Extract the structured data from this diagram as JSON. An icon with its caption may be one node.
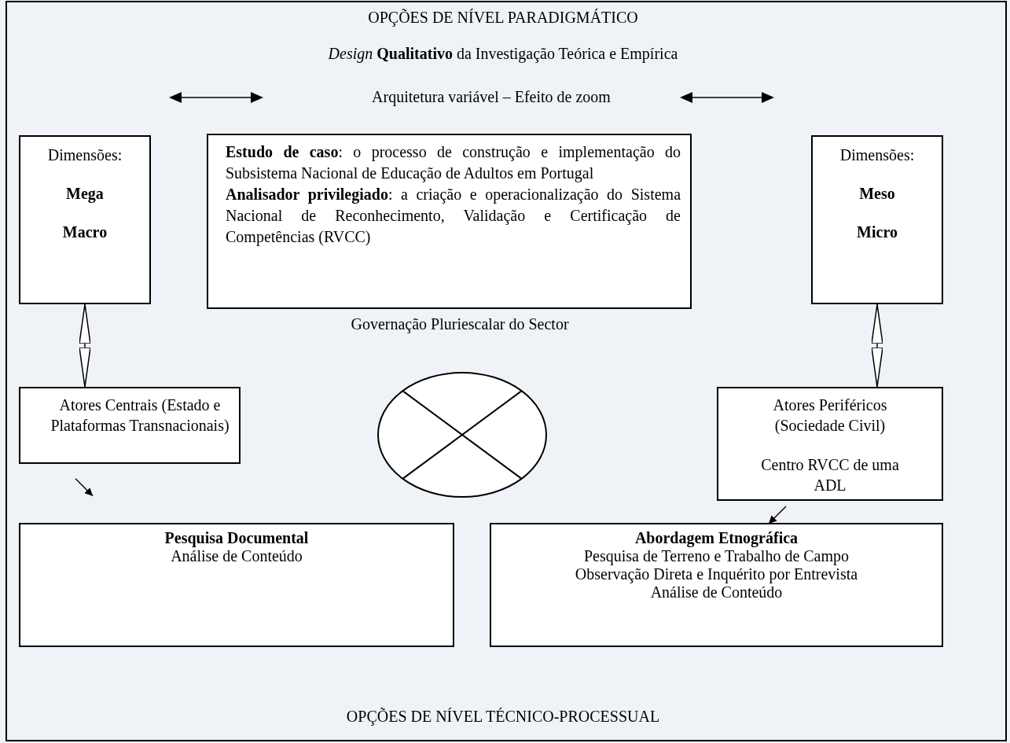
{
  "diagram": {
    "nodes": [
      {
        "text": [
          "Dimensões:",
          "Mega",
          "Macro"
        ]
      },
      {
        "text": [
          "**Estudo de caso**: o processo de construção e implementação do Subsistema Nacional de Educação de Adultos em Portugal",
          "**Analisador privilegiado**: a criação e operacionalização do Sistema Nacional de Reconhecimento, Validação e Certificação de Competências (RVCC)"
        ]
      },
      {
        "text": [
          "Dimensões:",
          "Meso",
          "Micro"
        ]
      },
      {
        "text": [
          "Atores Centrais (Estado e Plataformas Transnacionais)"
        ]
      },
      {
        "text": [],
        "shape": "ellipse"
      },
      {
        "text": [
          "Atores Periféricos (Sociedade Civil)",
          "Centro RVCC de uma ADL"
        ]
      },
      {
        "text": [
          "Pesquisa Documental",
          "Análise de Conteúdo"
        ]
      },
      {
        "text": [
          "Abordagem Etnográfica",
          "Pesquisa de Terreno e Trabalho de Campo",
          "Observação Direta e Inquérito por Entrevista",
          "Análise de Conteúdo"
        ]
      }
    ],
    "edges": [
      {
        "from": 0,
        "to": 3,
        "arrow": "both"
      },
      {
        "from": 2,
        "to": 5,
        "arrow": "both"
      },
      {
        "from": 3,
        "to": 6,
        "arrow": "to"
      },
      {
        "from": 5,
        "to": 7,
        "arrow": "to"
      }
    ],
    "labels": [
      "OPÇÕES DE NÍVEL PARADIGMÁTICO",
      "*Design* **Qualitativo** da Investigação Teórica e Empírica",
      "Arquitetura variável – Efeito de zoom",
      "Governação Pluriescalar do Sector",
      "OPÇÕES DE NÍVEL TÉCNICO-PROCESSUAL"
    ]
  }
}
